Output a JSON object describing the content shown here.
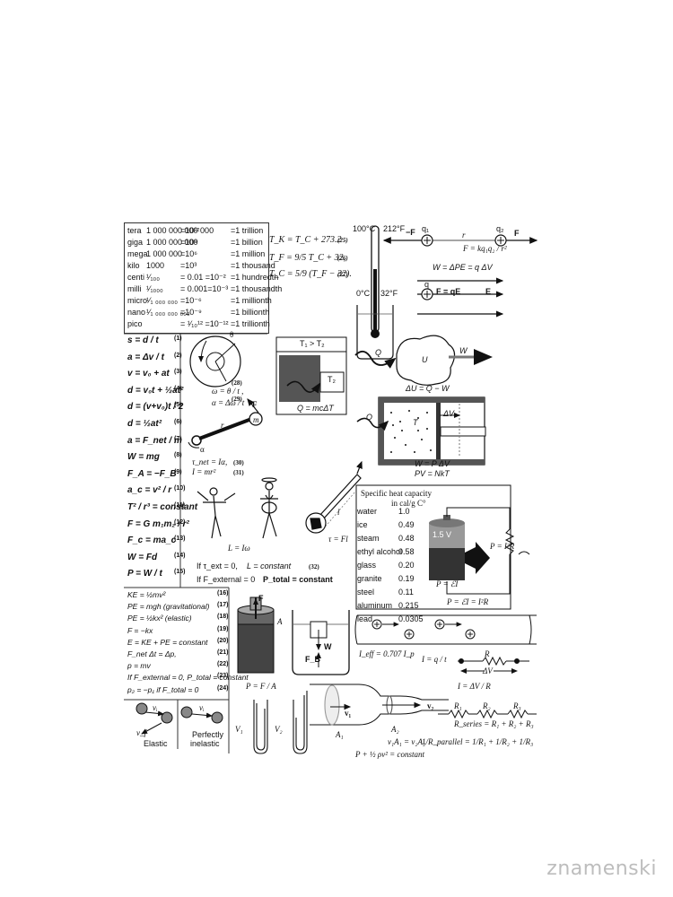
{
  "prefix_table": [
    {
      "name": "tera",
      "value": "1 000 000 000 000",
      "power": "=10¹²",
      "word": "=1 trillion"
    },
    {
      "name": "giga",
      "value": "1 000 000 000",
      "power": "=10⁹",
      "word": "=1 billion"
    },
    {
      "name": "mega",
      "value": "1 000 000",
      "power": "=10⁶",
      "word": "=1 million"
    },
    {
      "name": "kilo",
      "value": "1000",
      "power": "=10³",
      "word": "=1 thousand"
    },
    {
      "name": "centi",
      "value": "¹⁄₁₀₀",
      "power": "= 0.01 =10⁻²",
      "word": "=1 hundredth"
    },
    {
      "name": "milli",
      "value": "¹⁄₁₀₀₀",
      "power": "= 0.001=10⁻³",
      "word": "=1 thousandth"
    },
    {
      "name": "micro",
      "value": "¹⁄₁ ₀₀₀ ₀₀₀",
      "power": "=10⁻⁶",
      "word": "=1 millionth"
    },
    {
      "name": "nano",
      "value": "¹⁄₁ ₀₀₀ ₀₀₀ ₀₀₀",
      "power": "=10⁻⁹",
      "word": "=1 billionth"
    },
    {
      "name": "pico",
      "value": "",
      "power": "= ¹⁄₁₀¹² =10⁻¹²",
      "word": "=1 trillionth"
    }
  ],
  "temp_eqs": [
    {
      "text": "T_K = T_C + 273.2",
      "num": "(25)"
    },
    {
      "text": "T_F = 9/5 T_C + 32,",
      "num": "(26)"
    },
    {
      "text": "T_C = 5/9 (T_F − 32).",
      "num": "(27)"
    }
  ],
  "thermometer": {
    "c_top": "100°C",
    "f_top": "212°F",
    "c_bot": "0°C",
    "f_bot": "32°F"
  },
  "field": {
    "negF": "−F",
    "q1": "q₁",
    "r": "r",
    "q2": "q₂",
    "F": "F",
    "coulomb": "F = kq₁q₂ / r²",
    "work": "W = ΔPE = q ΔV",
    "q": "q",
    "FqE": "F = qE",
    "E": "E"
  },
  "kinematics": [
    {
      "text": "s = d / t",
      "num": "(1)"
    },
    {
      "text": "a = Δv / t",
      "num": "(2)"
    },
    {
      "text": "v = v₀ + at",
      "num": "(3)"
    },
    {
      "text": "d = v₀t + ½at²",
      "num": "(4)"
    },
    {
      "text": "d = (v+v₀)t / 2",
      "num": "(5)"
    },
    {
      "text": "d = ½at²",
      "num": "(6)"
    },
    {
      "text": "a = F_net / m",
      "num": "(7)"
    },
    {
      "text": "W = mg",
      "num": "(8)"
    },
    {
      "text": "F_A = −F_B",
      "num": "(9)"
    },
    {
      "text": "a_c = v² / r",
      "num": "(10)"
    },
    {
      "text": "T² / r³ = constant",
      "num": "(11)"
    },
    {
      "text": "F = G m₁m₂ / r²",
      "num": "(12)"
    },
    {
      "text": "F_c = ma_c",
      "num": "(13)"
    },
    {
      "text": "W = Fd",
      "num": "(14)"
    },
    {
      "text": "P = W / t",
      "num": "(15)"
    }
  ],
  "rotation": {
    "omega": "ω = θ / t ,",
    "n28": "(28)",
    "alpha": "α = Δω / t",
    "n29": "(29)",
    "torque": "τ_net = Iα,",
    "n30": "(30)",
    "inertia": "I = mr²",
    "n31": "(31)",
    "r": "r",
    "m": "m",
    "F": "F",
    "a": "α",
    "theta": "θ",
    "L": "L = Iω",
    "tauext": "If τ_ext = 0,",
    "Lconst": "L = constant",
    "n32": "(32)",
    "Fext": "If F_external = 0",
    "Ptot": "P_total = constant",
    "tauFl": "τ = Fl",
    "l": "l"
  },
  "heat": {
    "t1t2": "T₁ > T₂",
    "t2": "T₂",
    "Q": "Q",
    "Qeq": "Q = mcΔT",
    "U": "U",
    "W": "W",
    "dU": "ΔU = Q − W",
    "dV": "ΔV",
    "T": "T",
    "WPdV": "W = P ΔV",
    "PV": "PV = NkT"
  },
  "specific_heat": {
    "title": "Specific heat capacity",
    "unit": "in cal/g C°",
    "rows": [
      {
        "mat": "water",
        "val": "1.0"
      },
      {
        "mat": "ice",
        "val": "0.49"
      },
      {
        "mat": "steam",
        "val": "0.48"
      },
      {
        "mat": "ethyl alcohol",
        "val": "0.58"
      },
      {
        "mat": "glass",
        "val": "0.20"
      },
      {
        "mat": "granite",
        "val": "0.19"
      },
      {
        "mat": "steel",
        "val": "0.11"
      },
      {
        "mat": "aluminum",
        "val": "0.215"
      },
      {
        "mat": "lead",
        "val": "0.0305"
      }
    ]
  },
  "circuit": {
    "battery": "1.5 V",
    "P": "P = I²R",
    "PeI": "P = ℰI",
    "Peq": "P = ℰI = I²R",
    "Ieff": "I_eff = 0.707 I_p",
    "Iqt": "I = q / t",
    "R": "R",
    "dV": "ΔV",
    "IVR": "I = ΔV / R",
    "R1": "R₁",
    "R2": "R₂",
    "R3": "R₃",
    "Rseries": "R_series = R₁ + R₂ + R₃",
    "Rpar": "1/R_parallel = 1/R₁ + 1/R₂ + 1/R₃"
  },
  "energy": [
    {
      "text": "KE = ½mv²",
      "num": "(16)"
    },
    {
      "text": "PE = mgh   (gravitational)",
      "num": "(17)"
    },
    {
      "text": "PE = ½kx²   (elastic)",
      "num": "(18)"
    },
    {
      "text": "F = −kx",
      "num": "(19)"
    },
    {
      "text": "E = KE + PE = constant",
      "num": "(20)"
    },
    {
      "text": "F_net Δt = Δp,",
      "num": "(21)"
    },
    {
      "text": "p = mv",
      "num": "(22)"
    },
    {
      "text": "If F_external = 0, P_total = constant",
      "num": "(23)"
    },
    {
      "text": "p₂ = −p₁  if F_total = 0",
      "num": "(24)"
    }
  ],
  "collision": {
    "vi": "vᵢ",
    "vf": "v_f",
    "elastic": "Elastic",
    "perfectly": "Perfectly",
    "inelastic": "inelastic"
  },
  "fluids": {
    "F": "F",
    "A": "A",
    "W": "W",
    "FB": "F_B",
    "PFA": "P = F / A",
    "V1": "V₁",
    "V2": "V₂",
    "v1": "v₁",
    "v2": "v₂",
    "A1": "A₁",
    "A2": "A₂",
    "cont": "v₁A₁ = v₂A₂",
    "bern": "P + ½ ρv² = constant"
  },
  "watermark": "znamenski"
}
